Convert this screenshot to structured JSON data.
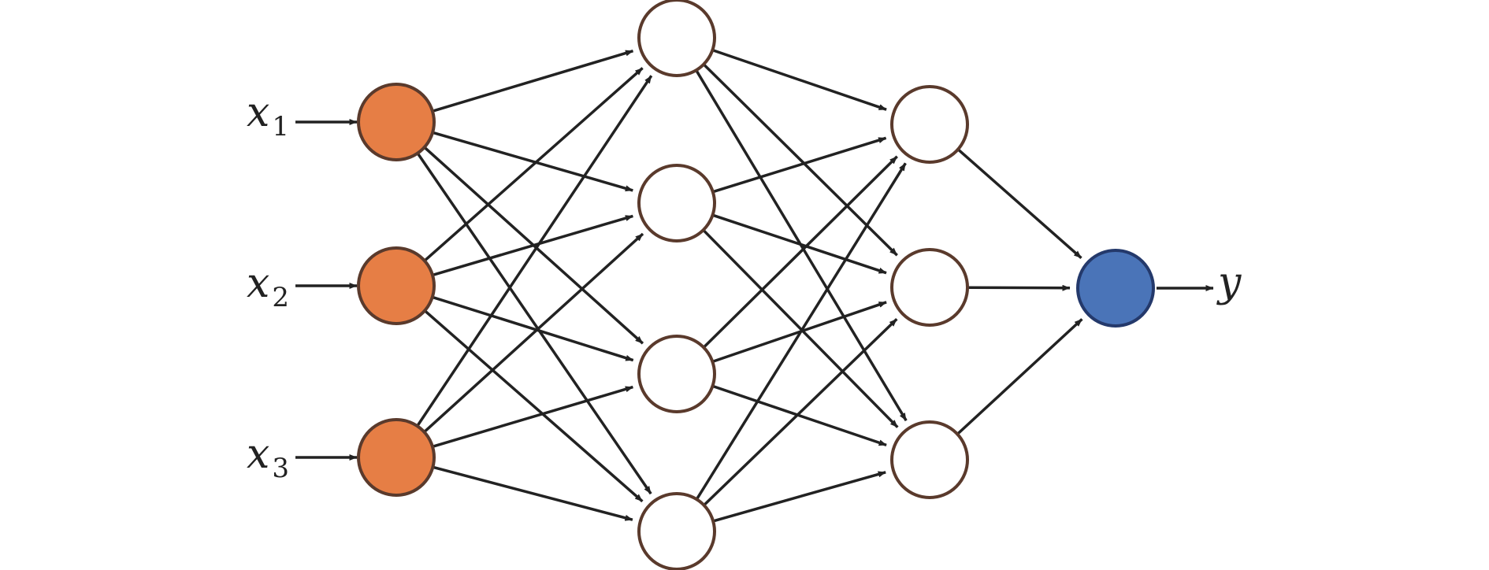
{
  "colors": {
    "input_fill": "#E67E45",
    "output_fill": "#4A74B8",
    "hidden_fill": "#FFFFFF",
    "node_stroke": "#5A3A2C",
    "output_stroke": "#24396B",
    "edge": "#222222"
  },
  "labels": {
    "inputs": [
      {
        "main": "x",
        "sub": "1"
      },
      {
        "main": "x",
        "sub": "2"
      },
      {
        "main": "x",
        "sub": "3"
      }
    ],
    "output": "y"
  },
  "network": {
    "layers": [
      3,
      4,
      3,
      1
    ],
    "connectivity": "fully-connected"
  }
}
